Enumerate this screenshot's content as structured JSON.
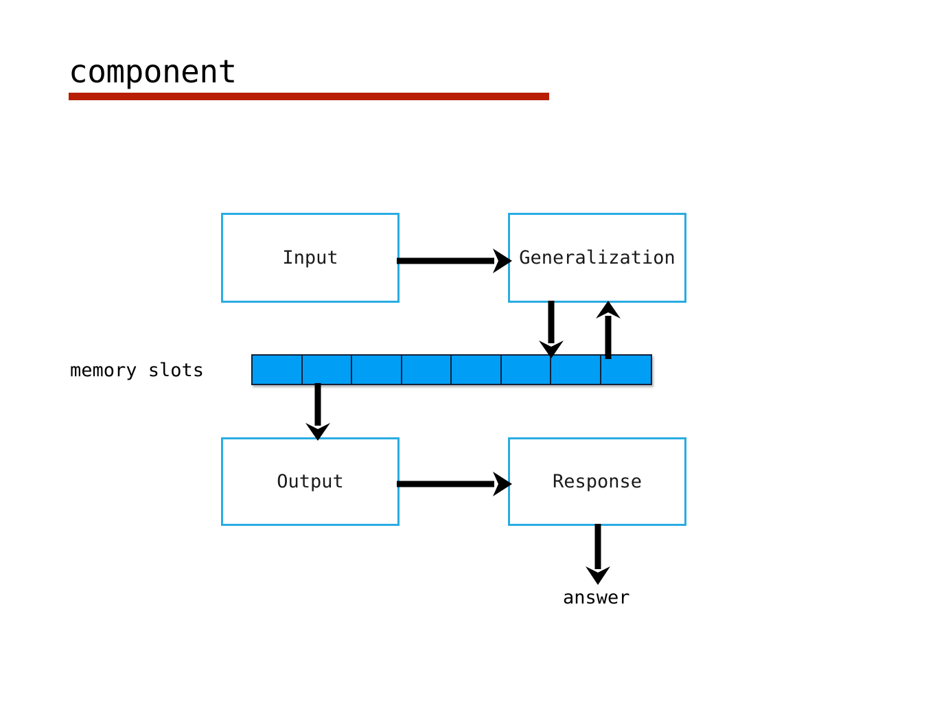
{
  "slide": {
    "title": "component",
    "rule_color": "#b81e06",
    "background": "#ffffff"
  },
  "diagram": {
    "box_border_color": "#29abe2",
    "memory_slot_fill": "#009ff5",
    "memory_slot_border": "#11203a",
    "arrow_color": "#000000",
    "boxes": [
      {
        "id": "input",
        "label": "Input"
      },
      {
        "id": "generalization",
        "label": "Generalization"
      },
      {
        "id": "output",
        "label": "Output"
      },
      {
        "id": "response",
        "label": "Response"
      }
    ],
    "memory": {
      "label": "memory slots",
      "slot_count": 8,
      "slots": [
        "",
        "",
        "",
        "",
        "",
        "",
        "",
        ""
      ]
    },
    "answer_label": "answer",
    "edges": [
      {
        "id": "input-to-generalization",
        "from": "Input",
        "to": "Generalization",
        "direction": "right"
      },
      {
        "id": "generalization-to-memory",
        "from": "Generalization",
        "to": "memory slots",
        "direction": "down"
      },
      {
        "id": "memory-to-generalization",
        "from": "memory slots",
        "to": "Generalization",
        "direction": "up"
      },
      {
        "id": "memory-to-output",
        "from": "memory slots",
        "to": "Output",
        "direction": "down"
      },
      {
        "id": "output-to-response",
        "from": "Output",
        "to": "Response",
        "direction": "right"
      },
      {
        "id": "response-to-answer",
        "from": "Response",
        "to": "answer",
        "direction": "down"
      }
    ]
  }
}
